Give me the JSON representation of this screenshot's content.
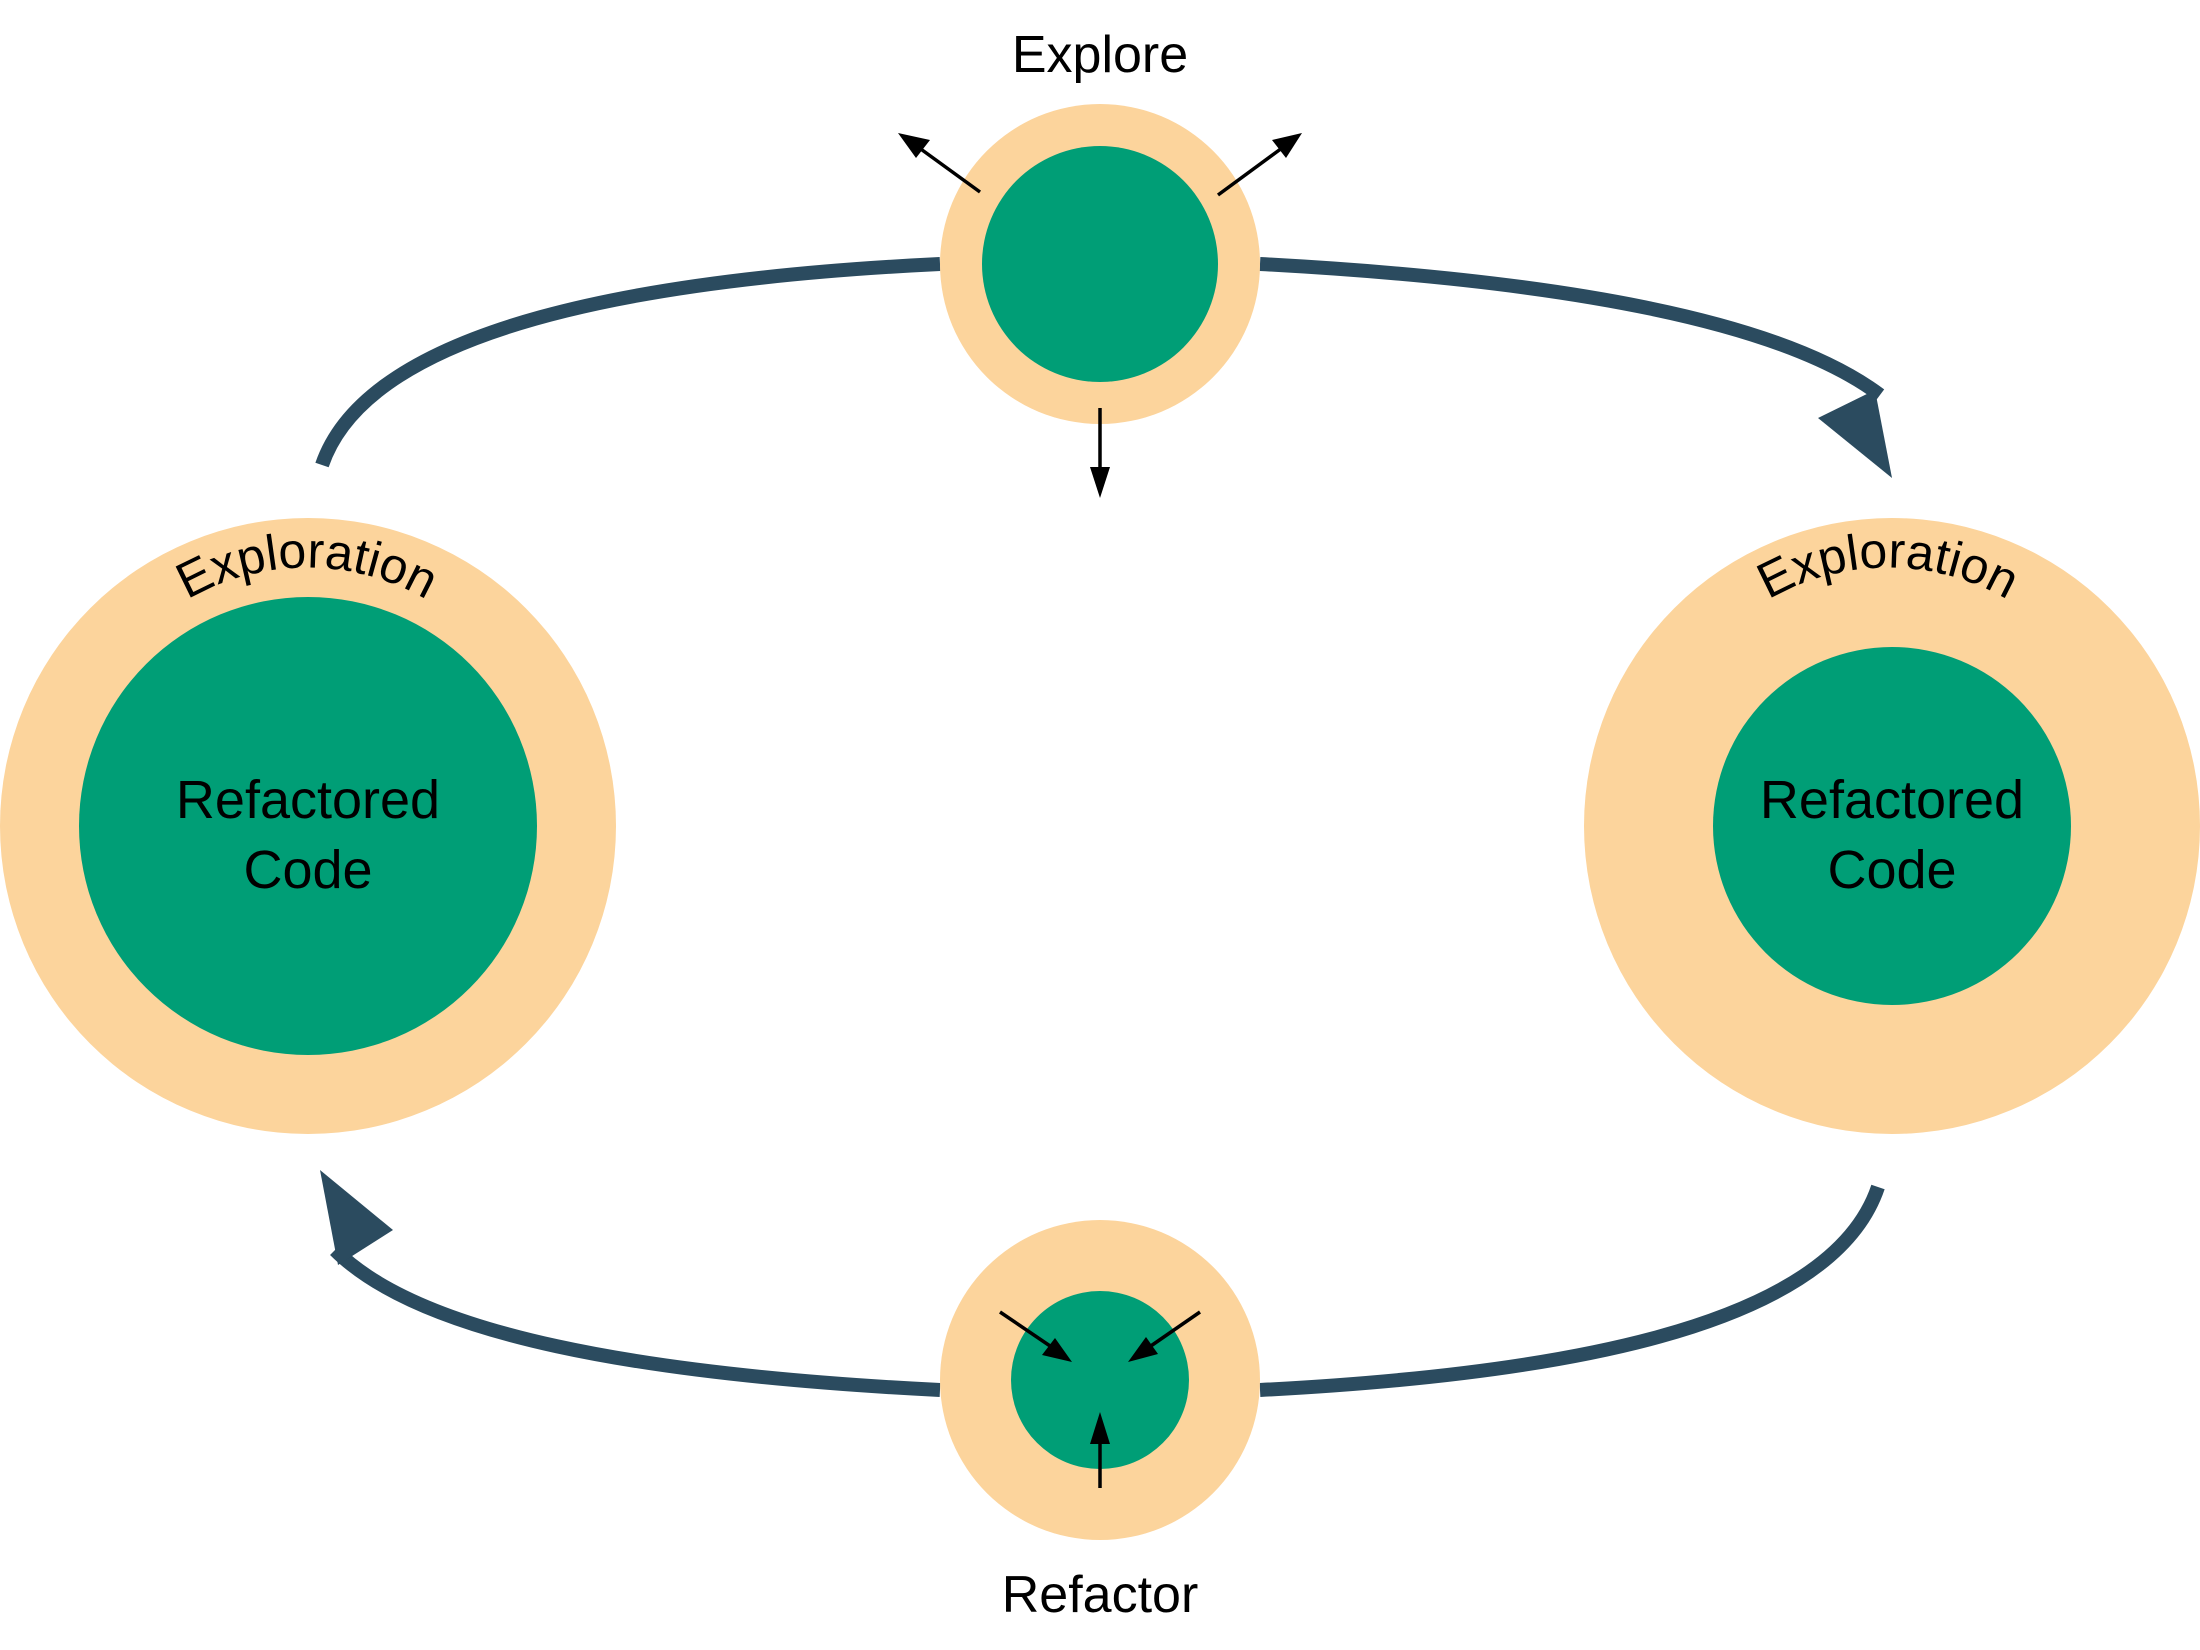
{
  "colors": {
    "ring": "#FCD49C",
    "core": "#009E76",
    "cycle_arrow": "#2B4B5F",
    "small_arrow": "#000000",
    "text": "#000000"
  },
  "labels": {
    "explore": "Explore",
    "refactor": "Refactor",
    "left_ring": "Exploration",
    "right_ring": "Exploration",
    "left_core_line1": "Refactored",
    "left_core_line2": "Code",
    "right_core_line1": "Refactored",
    "right_core_line2": "Code"
  }
}
